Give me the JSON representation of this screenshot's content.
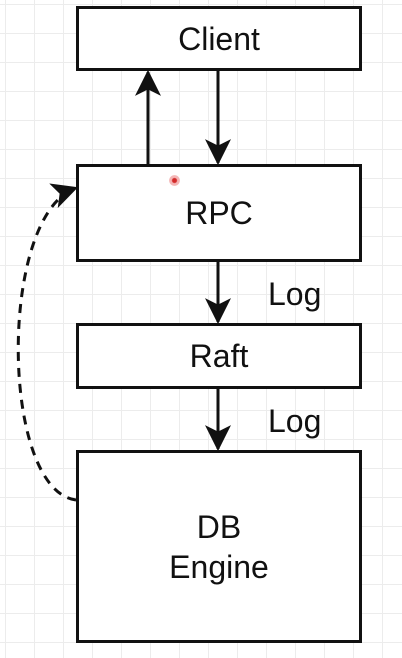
{
  "nodes": {
    "client": {
      "label": "Client"
    },
    "rpc": {
      "label": "RPC"
    },
    "raft": {
      "label": "Raft"
    },
    "db_engine": {
      "lines": [
        "DB",
        "Engine"
      ]
    }
  },
  "edge_labels": {
    "rpc_to_raft": "Log",
    "raft_to_db": "Log"
  },
  "colors": {
    "stroke": "#111111",
    "grid": "#ececec",
    "cursor": "#d32a2a"
  }
}
